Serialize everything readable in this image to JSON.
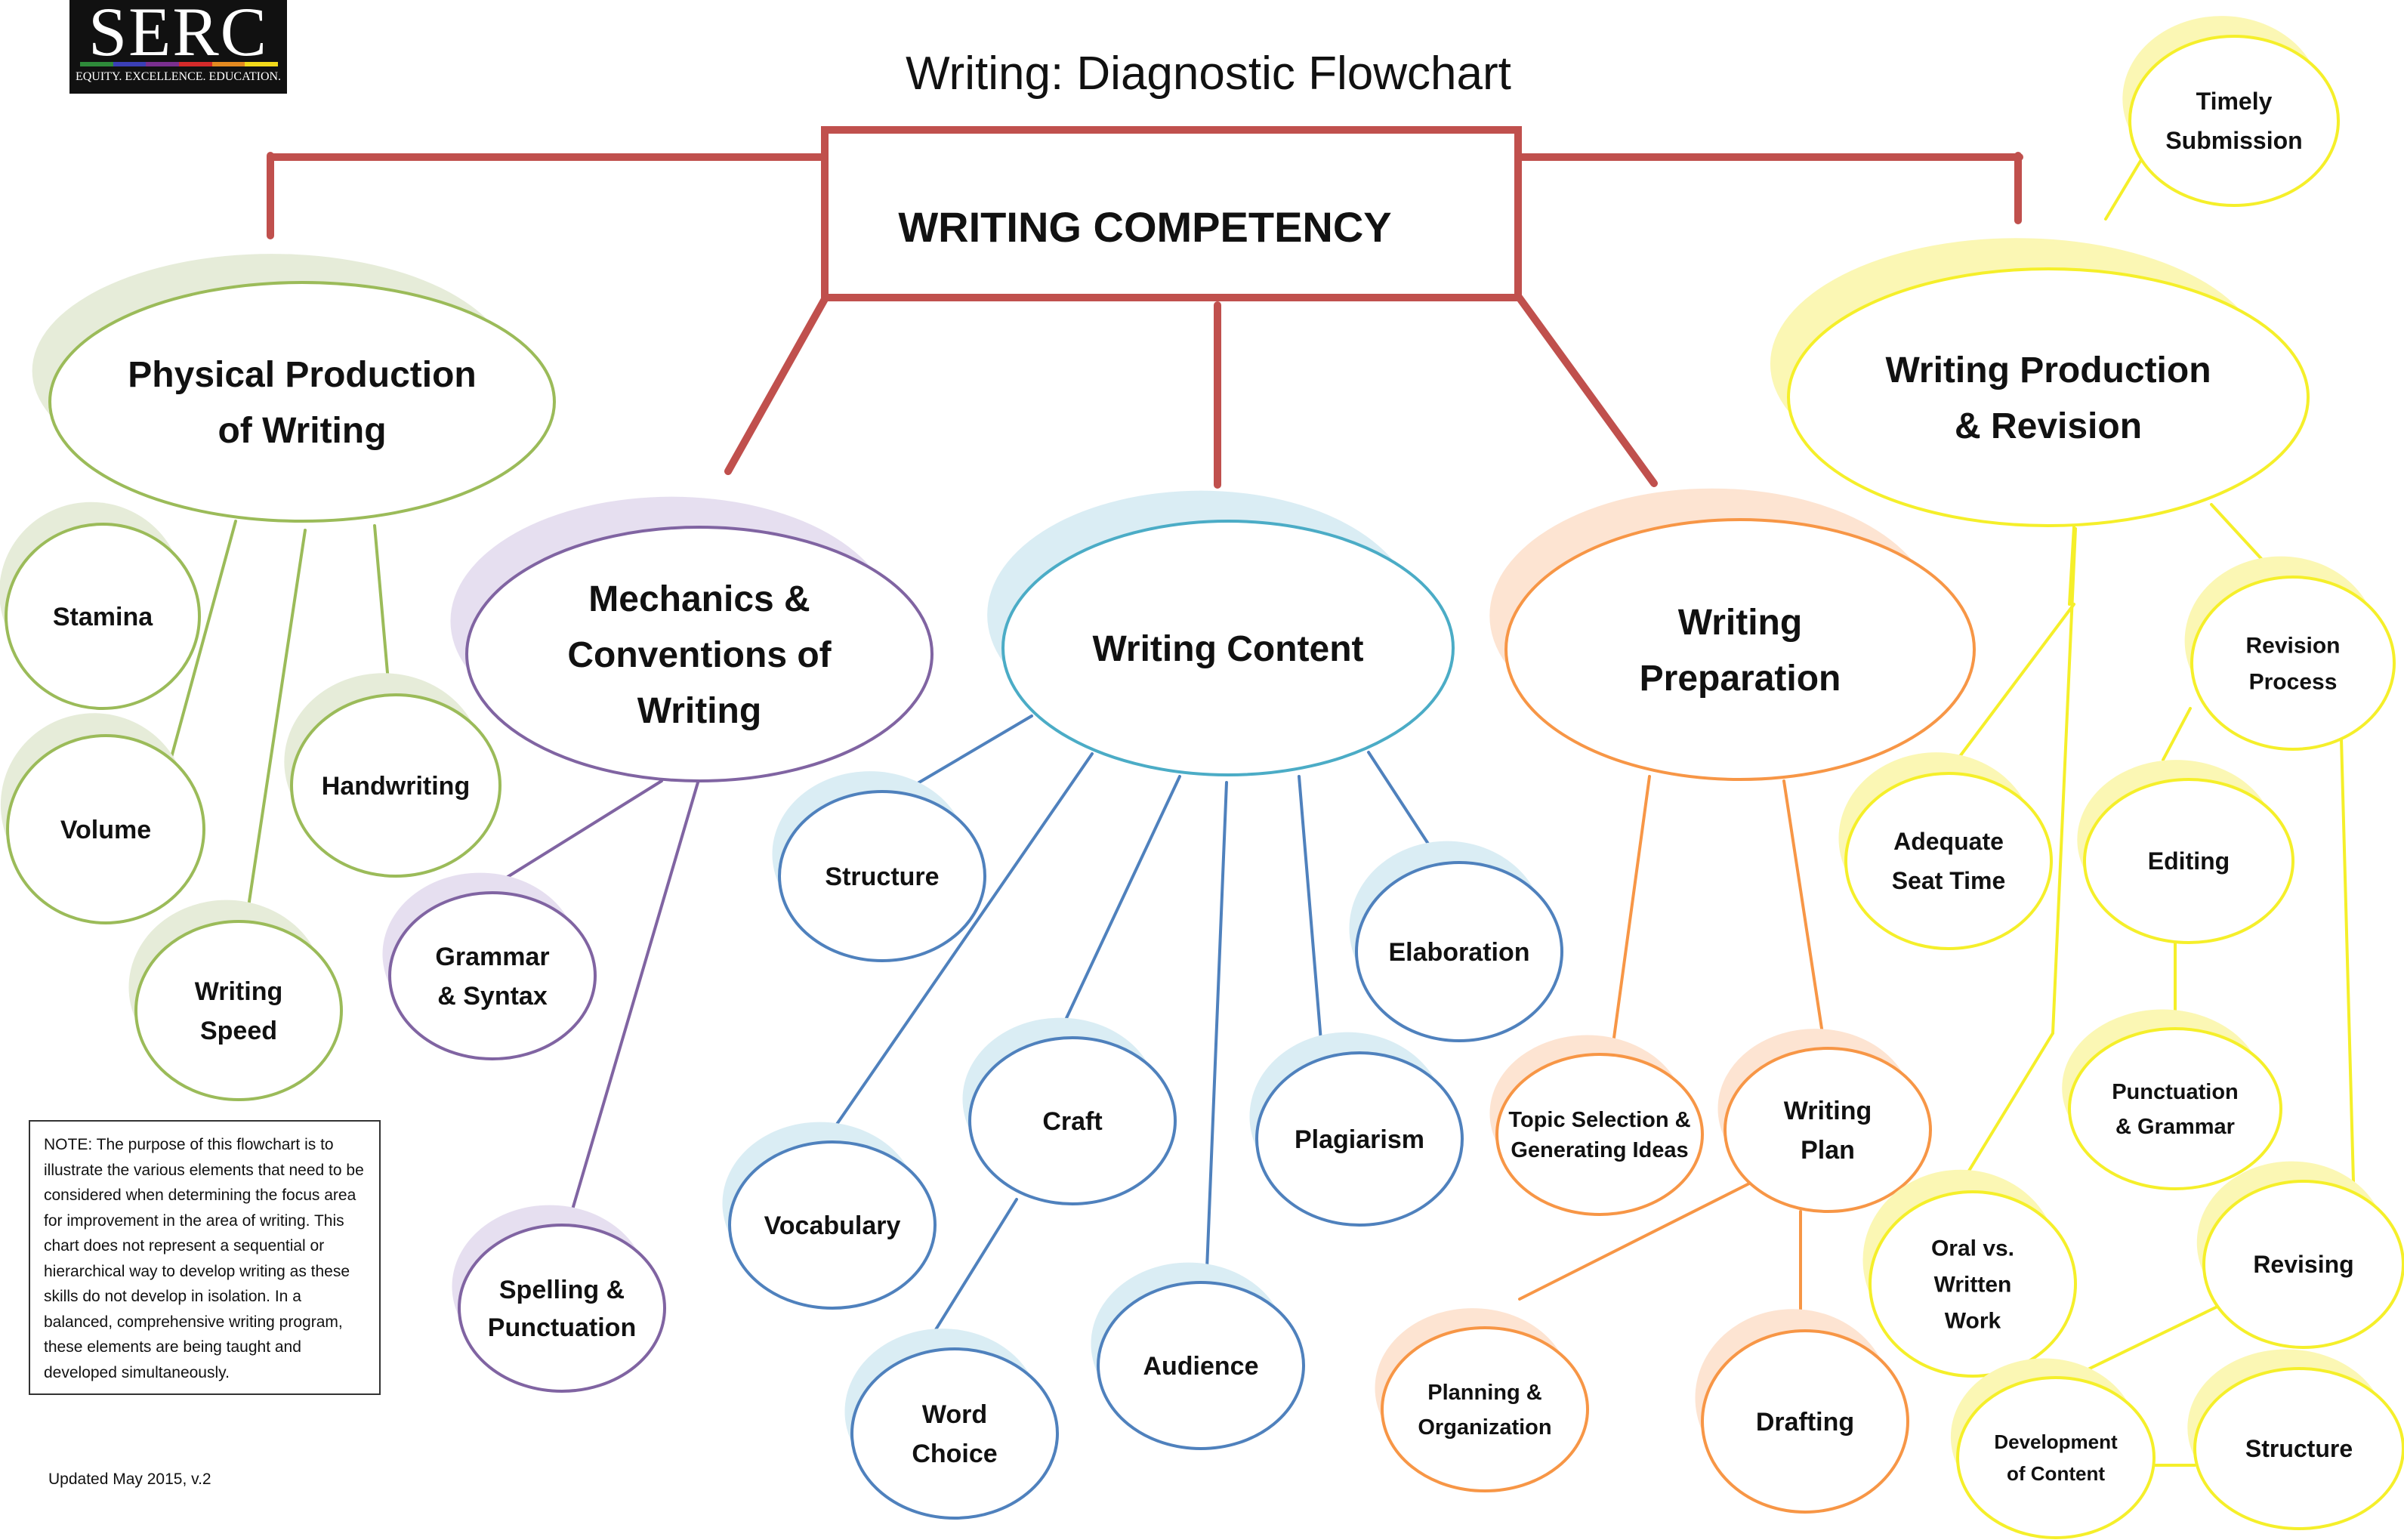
{
  "logo": {
    "name": "SERC",
    "tagline": "EQUITY. EXCELLENCE. EDUCATION.",
    "stripe_colors": [
      "#2e8b3a",
      "#3b3fb6",
      "#7a2f8f",
      "#d42a2a",
      "#e48a20",
      "#f2d91a"
    ]
  },
  "title": "Writing:  Diagnostic Flowchart",
  "root": {
    "label": "WRITING COMPETENCY",
    "color": "#c0504d"
  },
  "colors": {
    "physical": {
      "stroke": "#9bbb59",
      "shadow": "#e6ecd9"
    },
    "mechanics": {
      "stroke": "#8064a2",
      "shadow": "#e6dff0"
    },
    "content": {
      "stroke": "#4bacc6",
      "child_stroke": "#4f81bd",
      "shadow": "#daedf4"
    },
    "preparation": {
      "stroke": "#f79646",
      "shadow": "#fde4d2"
    },
    "production": {
      "stroke": "#f5ef2a",
      "shadow": "#fbf7b4"
    }
  },
  "nodes": {
    "physical": [
      "Physical Production",
      "of Writing"
    ],
    "stamina": [
      "Stamina"
    ],
    "volume": [
      "Volume"
    ],
    "writing_speed": [
      "Writing",
      "Speed"
    ],
    "handwriting": [
      "Handwriting"
    ],
    "mechanics": [
      "Mechanics &",
      "Conventions of",
      "Writing"
    ],
    "grammar": [
      "Grammar",
      "& Syntax"
    ],
    "spelling": [
      "Spelling &",
      "Punctuation"
    ],
    "content": [
      "Writing Content"
    ],
    "structure": [
      "Structure"
    ],
    "vocabulary": [
      "Vocabulary"
    ],
    "craft": [
      "Craft"
    ],
    "word_choice": [
      "Word",
      "Choice"
    ],
    "audience": [
      "Audience"
    ],
    "plagiarism": [
      "Plagiarism"
    ],
    "elaboration": [
      "Elaboration"
    ],
    "preparation": [
      "Writing",
      "Preparation"
    ],
    "topic": [
      "Topic Selection &",
      "Generating Ideas"
    ],
    "writing_plan": [
      "Writing",
      "Plan"
    ],
    "planning": [
      "Planning &",
      "Organization"
    ],
    "drafting": [
      "Drafting"
    ],
    "production": [
      "Writing Production",
      "& Revision"
    ],
    "timely": [
      "Timely",
      "Submission"
    ],
    "revision_process": [
      "Revision",
      "Process"
    ],
    "seat_time": [
      "Adequate",
      "Seat Time"
    ],
    "editing": [
      "Editing"
    ],
    "punct_grammar": [
      "Punctuation",
      "& Grammar"
    ],
    "oral": [
      "Oral vs.",
      "Written",
      "Work"
    ],
    "revising": [
      "Revising"
    ],
    "dev_content": [
      "Development",
      "of Content"
    ],
    "prod_structure": [
      "Structure"
    ]
  },
  "note": "NOTE:  The purpose of this flowchart is to illustrate the various elements that need to be considered when determining the focus area for improvement in the area of writing.  This chart does not represent a sequential or hierarchical way to develop writing as these skills do not develop in isolation. In a balanced, comprehensive writing program, these elements are being taught and developed simultaneously.",
  "updated": "Updated May 2015, v.2"
}
